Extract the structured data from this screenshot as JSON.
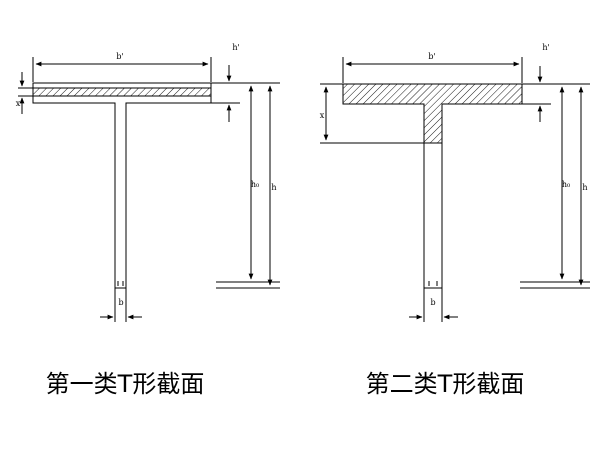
{
  "diagrams": [
    {
      "caption": "第一类T形截面",
      "labels": {
        "flange_width": "b'",
        "flange_thickness": "h'",
        "compression_depth": "x",
        "effective_depth": "h₀",
        "total_depth": "h",
        "web_width": "b"
      }
    },
    {
      "caption": "第二类T形截面",
      "labels": {
        "flange_width": "b'",
        "flange_thickness": "h'",
        "compression_depth": "x",
        "effective_depth": "h₀",
        "total_depth": "h",
        "web_width": "b"
      }
    }
  ],
  "colors": {
    "line": "#000000",
    "hatch": "#000000",
    "background": "#ffffff"
  }
}
